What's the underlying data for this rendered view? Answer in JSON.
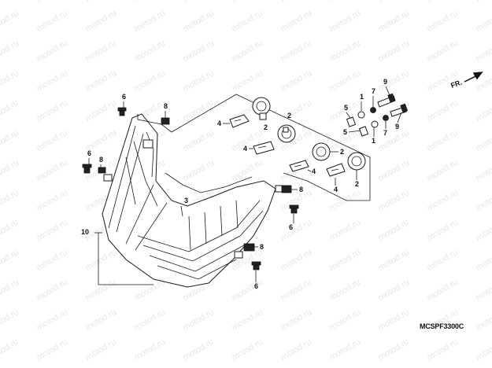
{
  "watermark": {
    "text": "motod.ru"
  },
  "direction_label": "FR.",
  "diagram_code": "MCSPF3300C",
  "callouts": {
    "c1a": "1",
    "c1b": "1",
    "c2a": "2",
    "c2b": "2",
    "c2c": "2",
    "c2d": "2",
    "c3": "3",
    "c4a": "4",
    "c4b": "4",
    "c4c": "4",
    "c4d": "4",
    "c5a": "5",
    "c5b": "5",
    "c6a": "6",
    "c6b": "6",
    "c6c": "6",
    "c6d": "6",
    "c7a": "7",
    "c7b": "7",
    "c8a": "8",
    "c8b": "8",
    "c8c": "8",
    "c8d": "8",
    "c9a": "9",
    "c9b": "9",
    "c10": "10"
  }
}
